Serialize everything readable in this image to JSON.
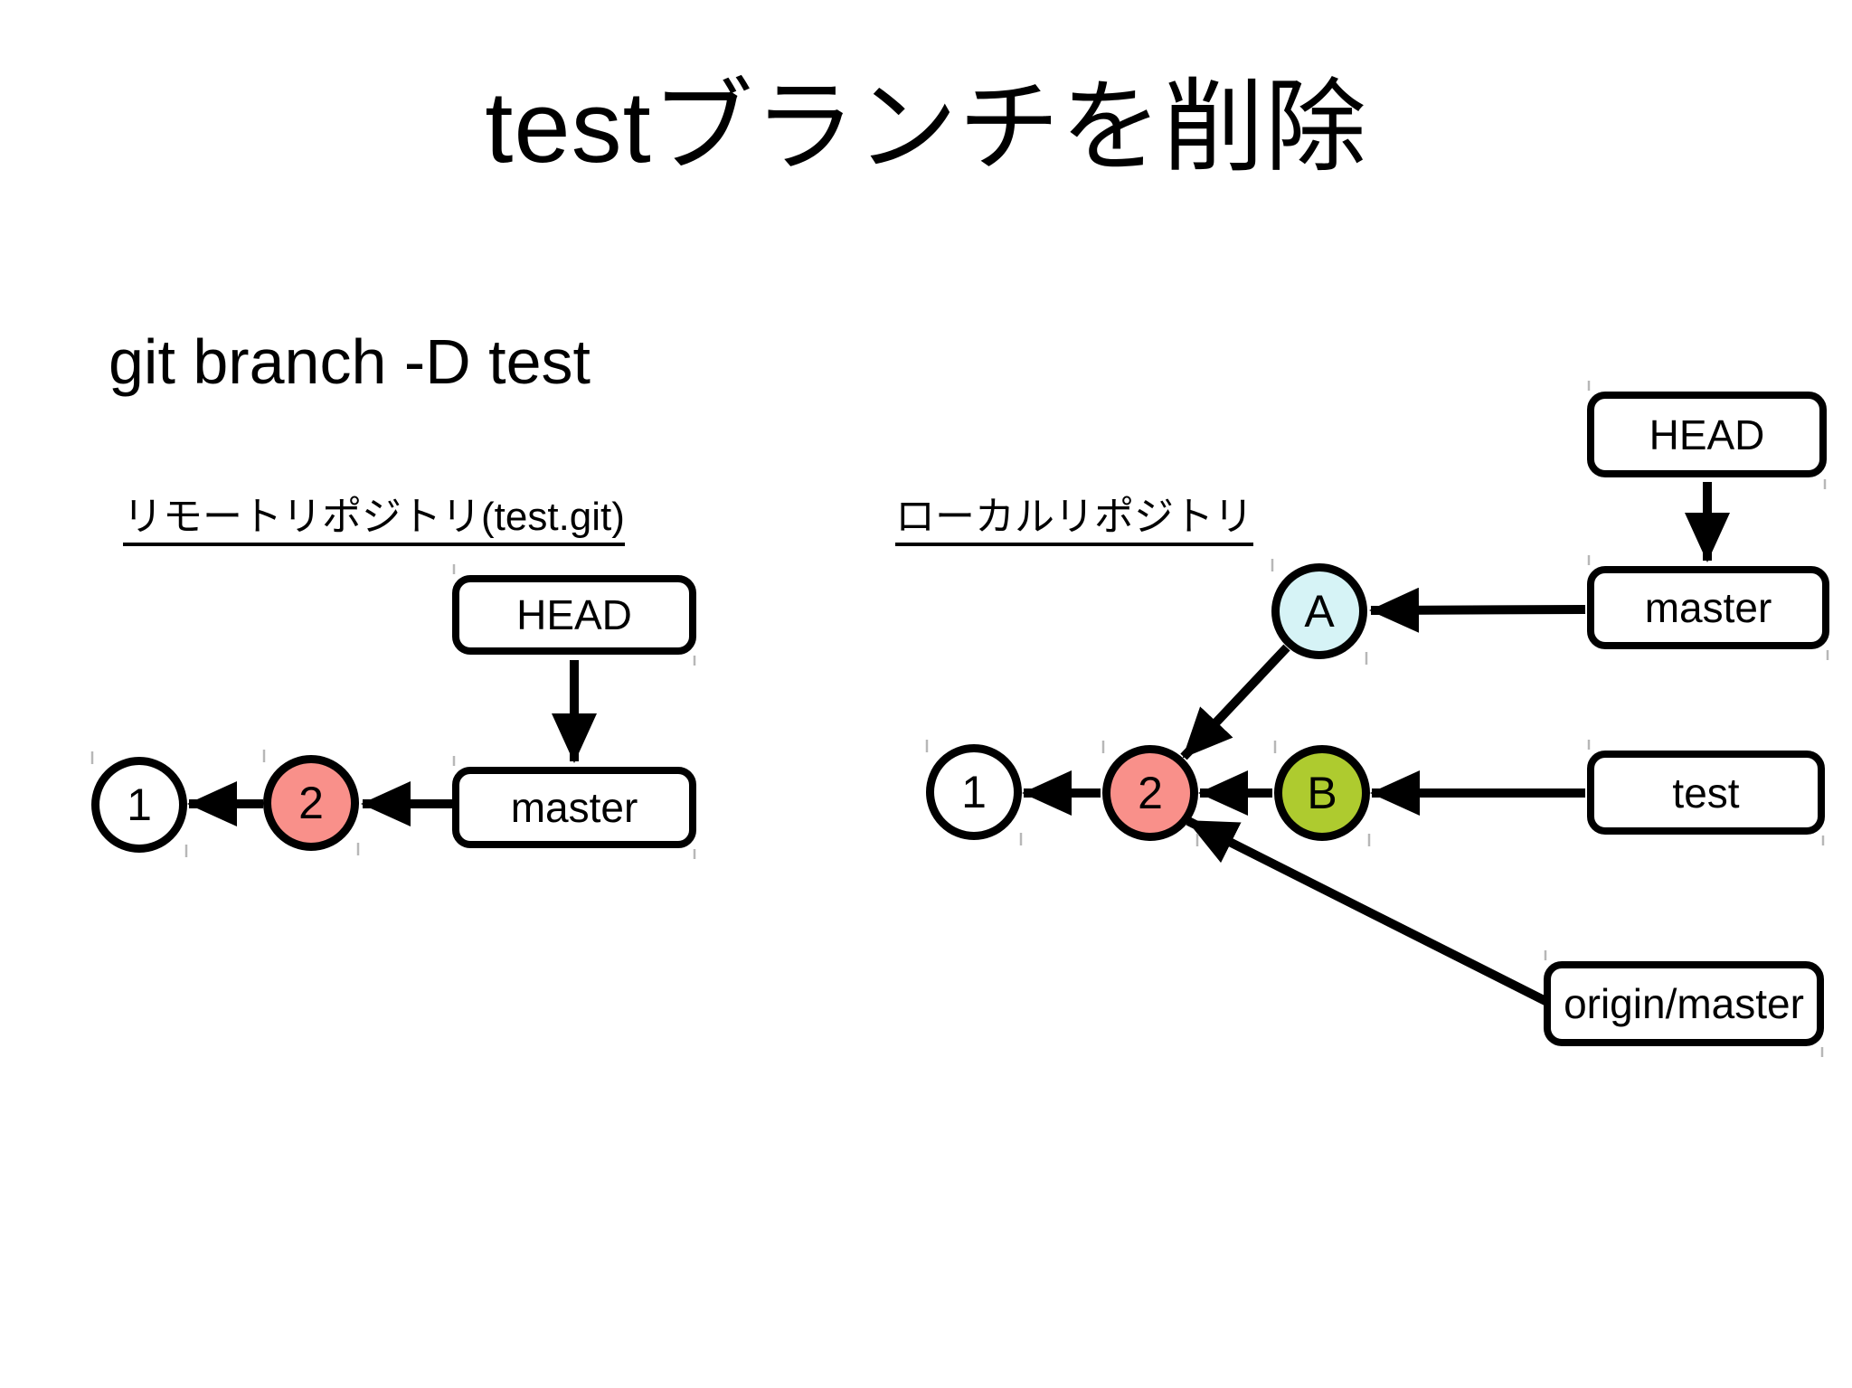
{
  "title": "testブランチを削除",
  "command": "git branch -D test",
  "remote": {
    "heading": "リモートリポジトリ(test.git)",
    "nodes": {
      "head": "HEAD",
      "master": "master",
      "commit1": "1",
      "commit2": "2"
    }
  },
  "local": {
    "heading": "ローカルリポジトリ",
    "nodes": {
      "head": "HEAD",
      "master": "master",
      "test": "test",
      "origin_master": "origin/master",
      "commit1": "1",
      "commit2": "2",
      "commitA": "A",
      "commitB": "B"
    }
  },
  "colors": {
    "commit_default": "#FFFFFF",
    "commit_highlight": "#F9908A",
    "commit_a": "#D6F3F6",
    "commit_b": "#AECB2F",
    "node_fill": "#FFFFFF",
    "stroke": "#000000"
  }
}
